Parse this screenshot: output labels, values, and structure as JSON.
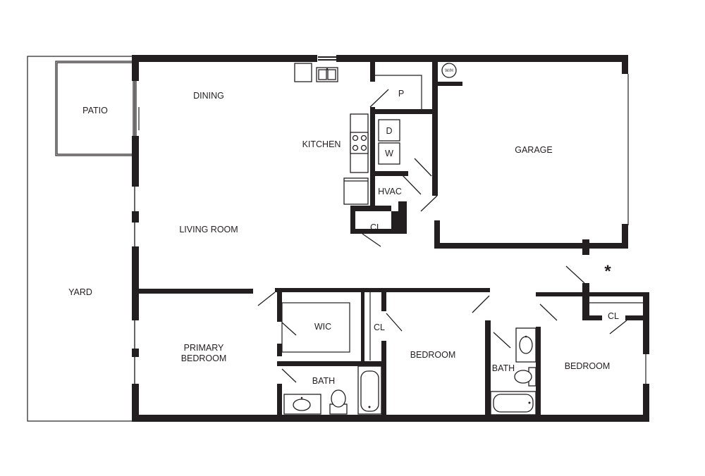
{
  "rooms": {
    "patio": "PATIO",
    "dining": "DINING",
    "kitchen": "KITCHEN",
    "pantry": "P",
    "dryer": "D",
    "washer": "W",
    "hvac": "HVAC",
    "water_heater": "W/H",
    "garage": "GARAGE",
    "living_room": "LIVING ROOM",
    "yard": "YARD",
    "closet_hall": "CL",
    "primary_bedroom_line1": "PRIMARY",
    "primary_bedroom_line2": "BEDROOM",
    "wic": "WIC",
    "bath_primary": "BATH",
    "closet_mid": "CL",
    "bedroom_mid": "BEDROOM",
    "bath_second": "BATH",
    "bedroom_right": "BEDROOM",
    "closet_right": "CL"
  },
  "entry_marker": "*"
}
